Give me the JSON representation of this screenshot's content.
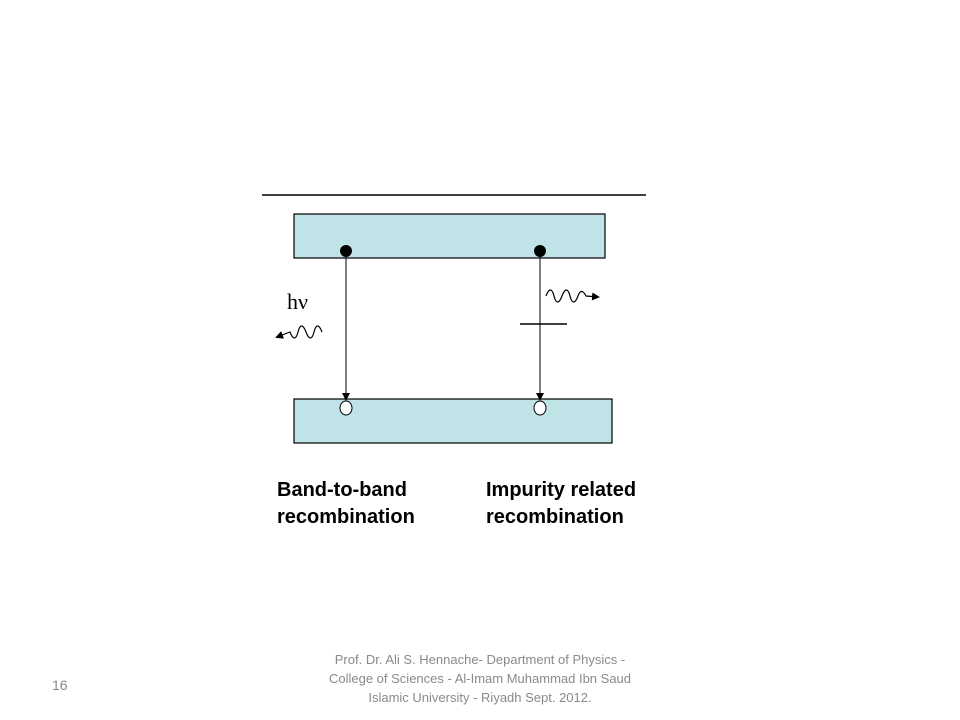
{
  "diagram": {
    "photon_label": "hν",
    "left_caption": [
      "Band-to-band",
      "recombination"
    ],
    "right_caption": [
      "Impurity related",
      "recombination"
    ],
    "band_fill": "#bfe3e6"
  },
  "footer": {
    "slide_number": "16",
    "credit": "Prof. Dr. Ali S. Hennache- Department of Physics - College of Sciences - Al-Imam Muhammad Ibn Saud Islamic University - Riyadh Sept. 2012."
  }
}
